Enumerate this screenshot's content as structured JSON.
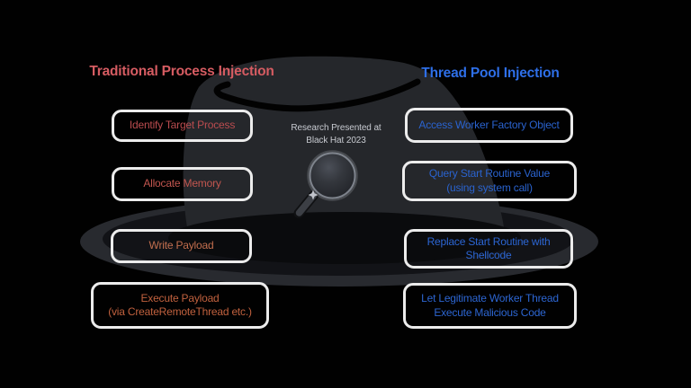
{
  "page": {
    "background": "#010101"
  },
  "left": {
    "title": "Traditional Process Injection",
    "title_color": "#d65c62",
    "boxes": [
      {
        "lines": [
          "Identify Target Process"
        ],
        "color": "#bb4c4f"
      },
      {
        "lines": [
          "Allocate Memory"
        ],
        "color": "#c2564f"
      },
      {
        "lines": [
          "Write Payload"
        ],
        "color": "#c26e4e"
      },
      {
        "lines": [
          "Execute Payload",
          "(via CreateRemoteThread etc.)"
        ],
        "color": "#c1613e"
      }
    ]
  },
  "right": {
    "title": "Thread Pool Injection",
    "title_color": "#2e6fe8",
    "boxes": [
      {
        "lines": [
          "Access Worker Factory Object"
        ],
        "color": "#2a63cf"
      },
      {
        "lines": [
          "Query Start Routine Value",
          "(using system call)"
        ],
        "color": "#2a63cf"
      },
      {
        "lines": [
          "Replace Start Routine with",
          "Shellcode"
        ],
        "color": "#2c66d4"
      },
      {
        "lines": [
          "Let Legitimate Worker Thread",
          "Execute Malicious Code"
        ],
        "color": "#2d66d2"
      }
    ]
  },
  "center": {
    "note_line1": "Research Presented at",
    "note_line2": "Black Hat 2023",
    "note_color": "#c7cad0"
  },
  "style": {
    "box_border_color": "#ececec",
    "hat_crown_color": "#25272b",
    "hat_brim_edge_color": "#282a2f",
    "hat_brim_inner_color": "#121317"
  }
}
